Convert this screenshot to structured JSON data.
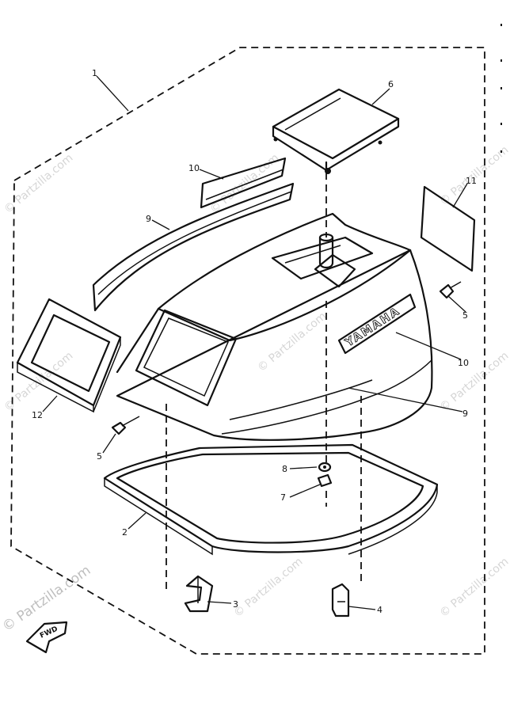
{
  "watermark": "© Partzilla.com",
  "brand_text": "YAMAHA",
  "direction_label": "FWD",
  "callouts": {
    "c1": "1",
    "c2": "2",
    "c3": "3",
    "c4": "4",
    "c5a": "5",
    "c5b": "5",
    "c6": "6",
    "c7": "7",
    "c8": "8",
    "c9a": "9",
    "c9b": "9",
    "c10a": "10",
    "c10b": "10",
    "c11": "11",
    "c12": "12"
  }
}
